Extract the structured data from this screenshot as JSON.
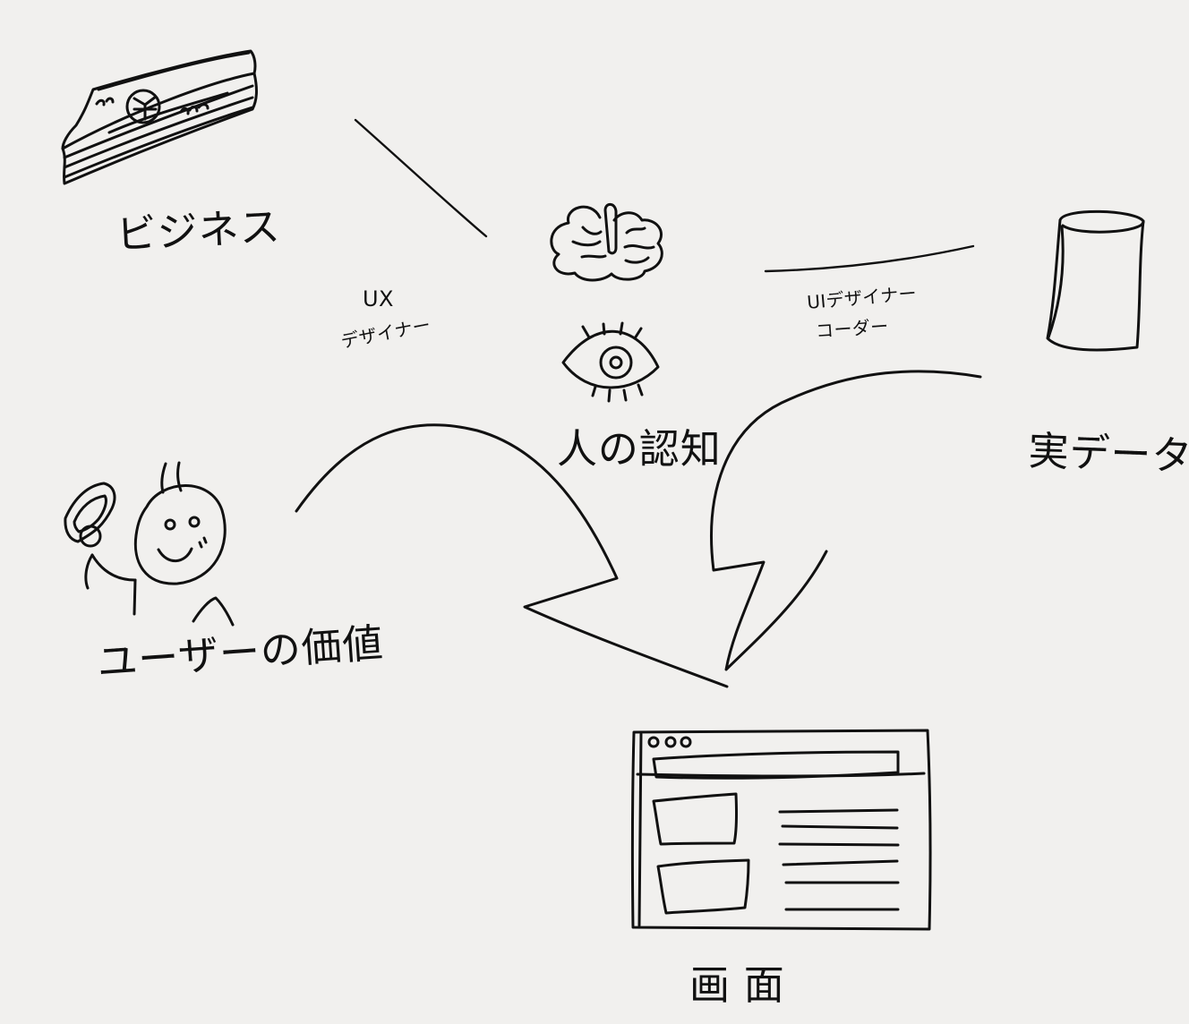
{
  "nodes": {
    "business": {
      "label": "ビジネス",
      "icon": "money-stack-icon"
    },
    "cognition": {
      "label": "人の認知",
      "icons": [
        "brain-icon",
        "eye-icon"
      ]
    },
    "real_data": {
      "label": "実データ",
      "icon": "database-cylinder-icon"
    },
    "user_value": {
      "label": "ユーザーの価値",
      "icon": "user-with-phone-icon"
    },
    "screen": {
      "label": "画面",
      "icon": "browser-window-icon"
    }
  },
  "edges": {
    "ux": {
      "line1": "UX",
      "line2": "デザイナー"
    },
    "ui": {
      "line1": "UIデザイナー",
      "line2": "コーダー"
    }
  },
  "colors": {
    "background": "#f1f0ee",
    "ink": "#111111"
  }
}
